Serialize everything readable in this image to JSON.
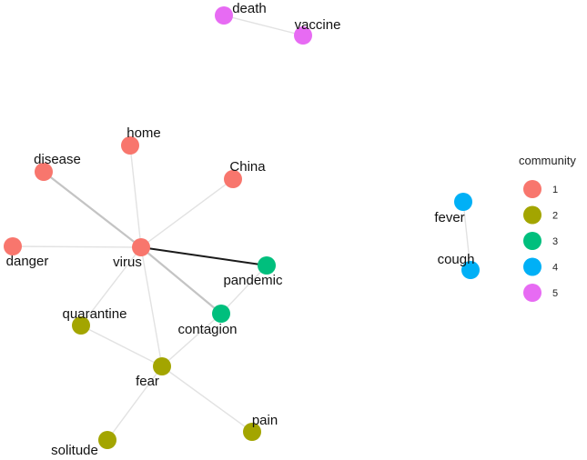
{
  "network": {
    "nodes": [
      {
        "id": "death",
        "label": "death",
        "community": "5"
      },
      {
        "id": "vaccine",
        "label": "vaccine",
        "community": "5"
      },
      {
        "id": "home",
        "label": "home",
        "community": "1"
      },
      {
        "id": "disease",
        "label": "disease",
        "community": "1"
      },
      {
        "id": "china",
        "label": "China",
        "community": "1"
      },
      {
        "id": "danger",
        "label": "danger",
        "community": "1"
      },
      {
        "id": "virus",
        "label": "virus",
        "community": "1"
      },
      {
        "id": "pandemic",
        "label": "pandemic",
        "community": "3"
      },
      {
        "id": "contagion",
        "label": "contagion",
        "community": "3"
      },
      {
        "id": "quarantine",
        "label": "quarantine",
        "community": "2"
      },
      {
        "id": "fear",
        "label": "fear",
        "community": "2"
      },
      {
        "id": "pain",
        "label": "pain",
        "community": "2"
      },
      {
        "id": "solitude",
        "label": "solitude",
        "community": "2"
      },
      {
        "id": "fever",
        "label": "fever",
        "community": "4"
      },
      {
        "id": "cough",
        "label": "cough",
        "community": "4"
      }
    ],
    "edges": [
      {
        "source": "death",
        "target": "vaccine",
        "strength": "weak"
      },
      {
        "source": "virus",
        "target": "home",
        "strength": "weak"
      },
      {
        "source": "virus",
        "target": "disease",
        "strength": "medium"
      },
      {
        "source": "virus",
        "target": "china",
        "strength": "weak"
      },
      {
        "source": "virus",
        "target": "danger",
        "strength": "weak"
      },
      {
        "source": "virus",
        "target": "pandemic",
        "strength": "strong"
      },
      {
        "source": "virus",
        "target": "contagion",
        "strength": "medium"
      },
      {
        "source": "virus",
        "target": "quarantine",
        "strength": "weak"
      },
      {
        "source": "virus",
        "target": "fear",
        "strength": "weak"
      },
      {
        "source": "pandemic",
        "target": "contagion",
        "strength": "weak"
      },
      {
        "source": "contagion",
        "target": "fear",
        "strength": "weak"
      },
      {
        "source": "quarantine",
        "target": "fear",
        "strength": "weak"
      },
      {
        "source": "fear",
        "target": "pain",
        "strength": "weak"
      },
      {
        "source": "fear",
        "target": "solitude",
        "strength": "weak"
      },
      {
        "source": "fever",
        "target": "cough",
        "strength": "weak"
      }
    ]
  },
  "legend": {
    "title": "community",
    "items": [
      {
        "label": "1",
        "color": "#F8766D"
      },
      {
        "label": "2",
        "color": "#A3A500"
      },
      {
        "label": "3",
        "color": "#00BF7D"
      },
      {
        "label": "4",
        "color": "#00B0F6"
      },
      {
        "label": "5",
        "color": "#E76BF3"
      }
    ]
  }
}
